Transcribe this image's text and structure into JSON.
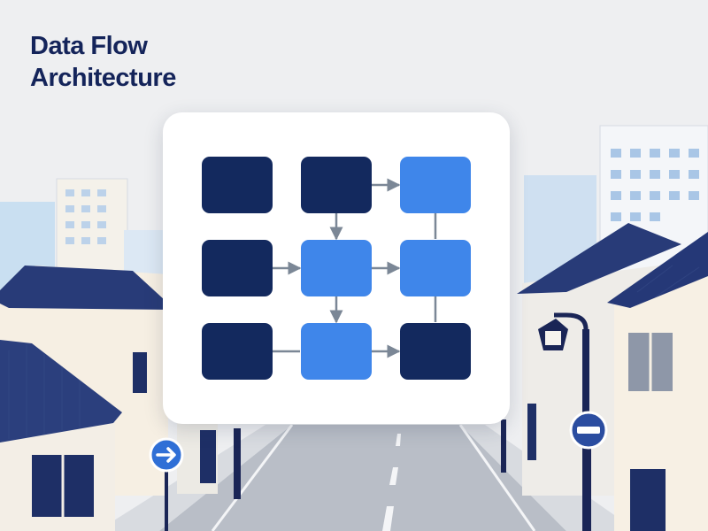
{
  "title": {
    "line1": "Data Flow",
    "line2": "Architecture"
  },
  "colors": {
    "title": "#14245a",
    "node_dark": "#13295e",
    "node_light": "#3f86ea",
    "connector": "#7b8796",
    "card": "#ffffff",
    "background": "#eeeff1",
    "roof": "#283b78",
    "sign_blue": "#2f6fd6"
  },
  "diagram": {
    "nodes": [
      {
        "id": "r1c1",
        "row": 1,
        "col": 1,
        "tone": "dark"
      },
      {
        "id": "r1c2",
        "row": 1,
        "col": 2,
        "tone": "dark"
      },
      {
        "id": "r1c3",
        "row": 1,
        "col": 3,
        "tone": "light"
      },
      {
        "id": "r2c1",
        "row": 2,
        "col": 1,
        "tone": "dark"
      },
      {
        "id": "r2c2",
        "row": 2,
        "col": 2,
        "tone": "light"
      },
      {
        "id": "r2c3",
        "row": 2,
        "col": 3,
        "tone": "light"
      },
      {
        "id": "r3c1",
        "row": 3,
        "col": 1,
        "tone": "dark"
      },
      {
        "id": "r3c2",
        "row": 3,
        "col": 2,
        "tone": "light"
      },
      {
        "id": "r3c3",
        "row": 3,
        "col": 3,
        "tone": "dark"
      }
    ],
    "edges": [
      {
        "from": "r1c2",
        "to": "r1c3",
        "arrow": true
      },
      {
        "from": "r1c2",
        "to": "r2c2",
        "arrow": true
      },
      {
        "from": "r1c3",
        "to": "r2c3",
        "arrow": false
      },
      {
        "from": "r2c1",
        "to": "r2c2",
        "arrow": true
      },
      {
        "from": "r2c2",
        "to": "r2c3",
        "arrow": true
      },
      {
        "from": "r2c2",
        "to": "r3c2",
        "arrow": true
      },
      {
        "from": "r2c3",
        "to": "r3c3",
        "arrow": false
      },
      {
        "from": "r3c1",
        "to": "r3c2",
        "arrow": false
      },
      {
        "from": "r3c2",
        "to": "r3c3",
        "arrow": true
      }
    ]
  },
  "signs": [
    {
      "name": "direction-arrow-sign-icon",
      "icon": "arrow-right"
    },
    {
      "name": "no-entry-sign-icon",
      "icon": "no-entry"
    }
  ]
}
